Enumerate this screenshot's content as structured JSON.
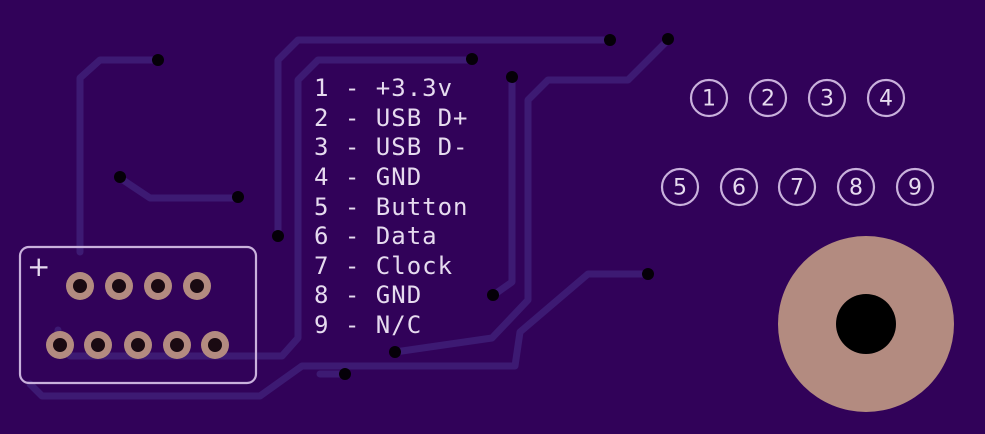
{
  "board": {
    "background_color": "#310259",
    "trace_color": "#3d1a73",
    "silk_color": "#e6dbef",
    "pad_color": "#b38b80"
  },
  "connector": {
    "plus_label": "+"
  },
  "pin_legend": [
    "1 - +3.3v",
    "2 - USB D+",
    "3 - USB D-",
    "4 - GND",
    "5 - Button",
    "6 - Data",
    "7 - Clock",
    "8 - GND",
    "9 - N/C"
  ],
  "pin_numbers_top": [
    "1",
    "2",
    "3",
    "4"
  ],
  "pin_numbers_bottom": [
    "5",
    "6",
    "7",
    "8",
    "9"
  ]
}
